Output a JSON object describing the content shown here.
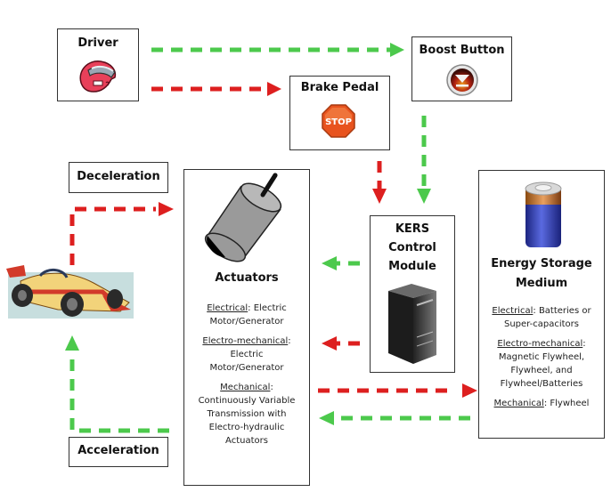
{
  "driver": {
    "label": "Driver",
    "icon": "racing-helmet-icon"
  },
  "boost_button": {
    "label": "Boost Button",
    "icon": "boost-button-icon"
  },
  "brake_pedal": {
    "label": "Brake Pedal",
    "icon": "stop-sign-icon",
    "icon_text": "STOP"
  },
  "deceleration": {
    "label": "Deceleration"
  },
  "acceleration": {
    "label": "Acceleration"
  },
  "race_car": {
    "icon": "race-car-icon"
  },
  "actuators": {
    "title": "Actuators",
    "icon": "motor-cylinder-icon",
    "items": [
      {
        "type": "Electrical",
        "sep": ": ",
        "text": "Electric Motor/Generator"
      },
      {
        "type": "Electro-mechanical",
        "sep": ":",
        "text": "Electric Motor/Generator"
      },
      {
        "type": "Mechanical",
        "sep": ":",
        "text": "Continuously Variable Transmission with Electro-hydraulic Actuators"
      }
    ]
  },
  "kers": {
    "title_line1": "KERS",
    "title_line2": "Control",
    "title_line3": "Module",
    "icon": "computer-tower-icon"
  },
  "energy_storage": {
    "title_line1": "Energy Storage",
    "title_line2": "Medium",
    "icon": "battery-icon",
    "items": [
      {
        "type": "Electrical",
        "sep": ": ",
        "text": "Batteries or Super-capacitors"
      },
      {
        "type": "Electro-mechanical",
        "sep": ":",
        "text": "Magnetic Flywheel, Flywheel, and Flywheel/Batteries"
      },
      {
        "type": "Mechanical",
        "sep": ": ",
        "text": "Flywheel"
      }
    ]
  },
  "colors": {
    "braking_arrow": "#dd1f1f",
    "boost_arrow": "#4cc94c",
    "border": "#333333"
  }
}
